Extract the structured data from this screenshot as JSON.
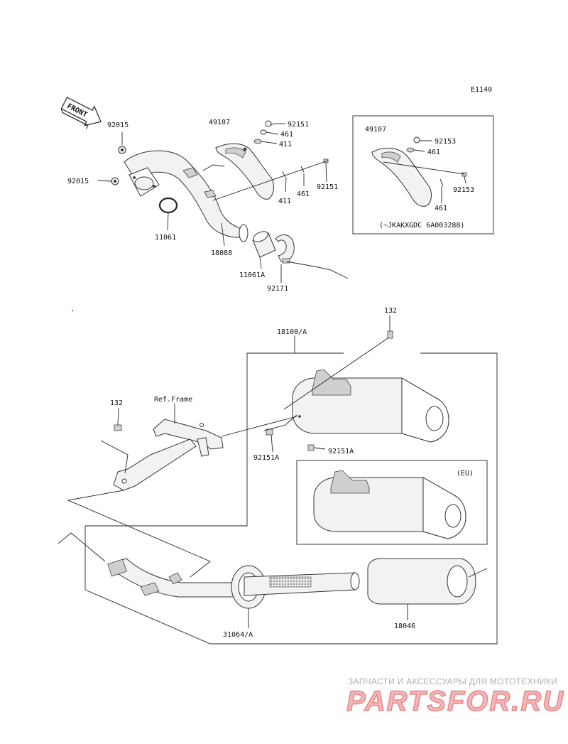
{
  "diagram_code": "E1140",
  "front_label": "FRONT",
  "ref_label": "Ref.Frame",
  "variant_box_label": "(~JKAKXGDC 6A003288)",
  "eu_label": "(EU)",
  "parts": {
    "p92015_a": "92015",
    "p92015_b": "92015",
    "p11061": "11061",
    "p18088": "18088",
    "p11061a": "11061A",
    "p92171": "92171",
    "p49107_a": "49107",
    "p92151_a": "92151",
    "p461_a": "461",
    "p411_a": "411",
    "p411_b": "411",
    "p461_b": "461",
    "p92151_b": "92151",
    "p49107_b": "49107",
    "p92153_a": "92153",
    "p461_c": "461",
    "p92153_b": "92153",
    "p461_d": "461",
    "p132_a": "132",
    "p18100a": "18100/A",
    "p132_b": "132",
    "p92151a_a": "92151A",
    "p92151a_b": "92151A",
    "p31064a": "31064/A",
    "p18046": "18046"
  },
  "watermark": {
    "tagline": "ЗАПЧАСТИ И АКСЕССУАРЫ ДЛЯ МОТОТЕХНИКИ",
    "brand": "PARTSFOR.RU"
  },
  "colors": {
    "line": "#222222",
    "watermark_red": "#e48a8a"
  }
}
